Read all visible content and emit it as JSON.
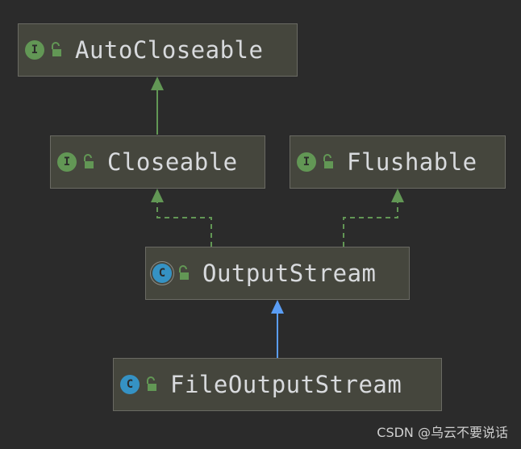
{
  "colors": {
    "background": "#2b2b2b",
    "node_fill": "#45463d",
    "node_border": "#6a6a63",
    "interface_badge": "#629755",
    "class_badge": "#3592c4",
    "extends_edge": "#629755",
    "implements_edge": "#629755",
    "class_extends_edge": "#5a9df5",
    "text": "#d8dadd"
  },
  "nodes": {
    "autocloseable": {
      "name": "AutoCloseable",
      "badge": "I",
      "kind": "interface",
      "badge_icon": "interface-icon",
      "lock_icon": "open-lock-icon"
    },
    "closeable": {
      "name": "Closeable",
      "badge": "I",
      "kind": "interface",
      "badge_icon": "interface-icon",
      "lock_icon": "open-lock-icon"
    },
    "flushable": {
      "name": "Flushable",
      "badge": "I",
      "kind": "interface",
      "badge_icon": "interface-icon",
      "lock_icon": "open-lock-icon"
    },
    "outputstream": {
      "name": "OutputStream",
      "badge": "C",
      "kind": "abstract-class",
      "badge_icon": "abstract-class-icon",
      "lock_icon": "open-lock-icon"
    },
    "fileoutputstream": {
      "name": "FileOutputStream",
      "badge": "C",
      "kind": "class",
      "badge_icon": "class-icon",
      "lock_icon": "open-lock-icon"
    }
  },
  "edges": [
    {
      "from": "Closeable",
      "to": "AutoCloseable",
      "style": "solid",
      "relation": "extends"
    },
    {
      "from": "OutputStream",
      "to": "Closeable",
      "style": "dashed",
      "relation": "implements"
    },
    {
      "from": "OutputStream",
      "to": "Flushable",
      "style": "dashed",
      "relation": "implements"
    },
    {
      "from": "FileOutputStream",
      "to": "OutputStream",
      "style": "solid",
      "relation": "extends"
    }
  ],
  "watermark": "CSDN @乌云不要说话"
}
